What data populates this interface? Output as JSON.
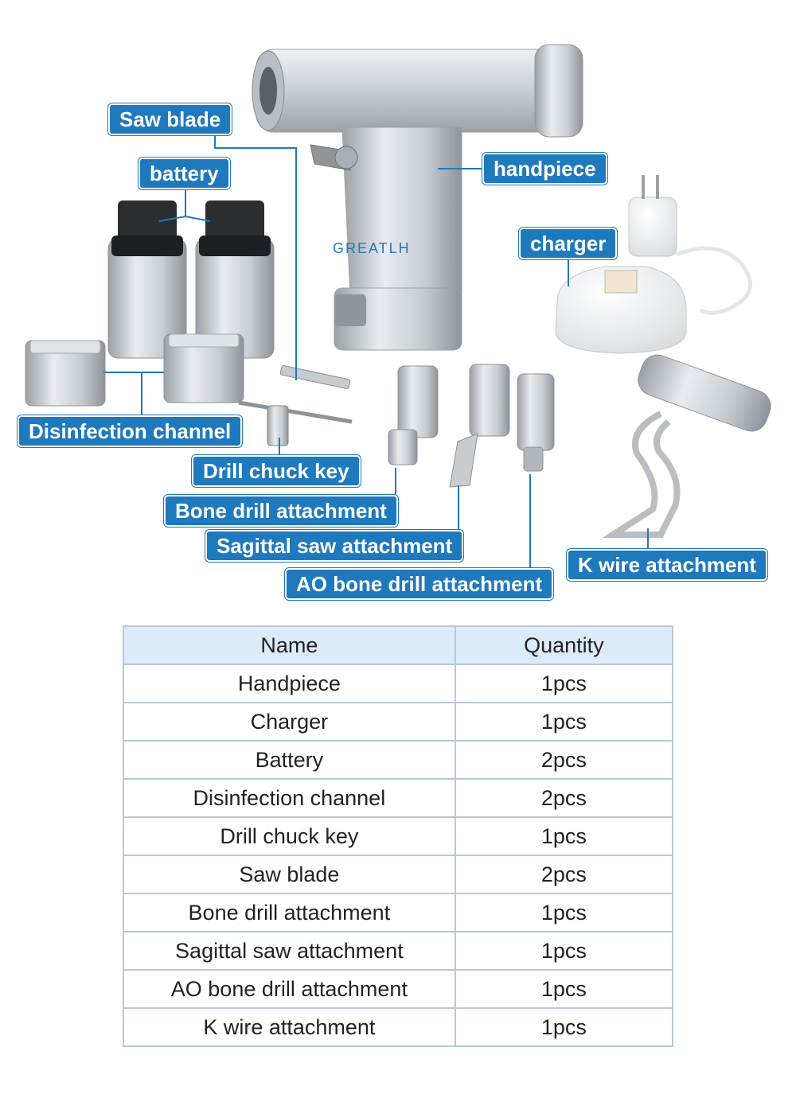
{
  "brand": "GREATLH",
  "labels": {
    "saw_blade": "Saw blade",
    "battery": "battery",
    "handpiece": "handpiece",
    "charger": "charger",
    "disinfection_channel": "Disinfection channel",
    "drill_chuck_key": "Drill chuck key",
    "bone_drill_attachment": "Bone drill attachment",
    "sagittal_saw_attachment": "Sagittal saw attachment",
    "ao_bone_drill_attachment": "AO bone drill attachment",
    "k_wire_attachment": "K wire attachment"
  },
  "colors": {
    "label_bg": "#1f79bd",
    "header_bg": "#dcebf9",
    "border": "#b6c9dc"
  },
  "table": {
    "headers": [
      "Name",
      "Quantity"
    ],
    "rows": [
      [
        "Handpiece",
        "1pcs"
      ],
      [
        "Charger",
        "1pcs"
      ],
      [
        "Battery",
        "2pcs"
      ],
      [
        "Disinfection channel",
        "2pcs"
      ],
      [
        "Drill chuck key",
        "1pcs"
      ],
      [
        "Saw blade",
        "2pcs"
      ],
      [
        "Bone drill attachment",
        "1pcs"
      ],
      [
        "Sagittal saw attachment",
        "1pcs"
      ],
      [
        "AO bone drill attachment",
        "1pcs"
      ],
      [
        "K wire attachment",
        "1pcs"
      ]
    ]
  }
}
